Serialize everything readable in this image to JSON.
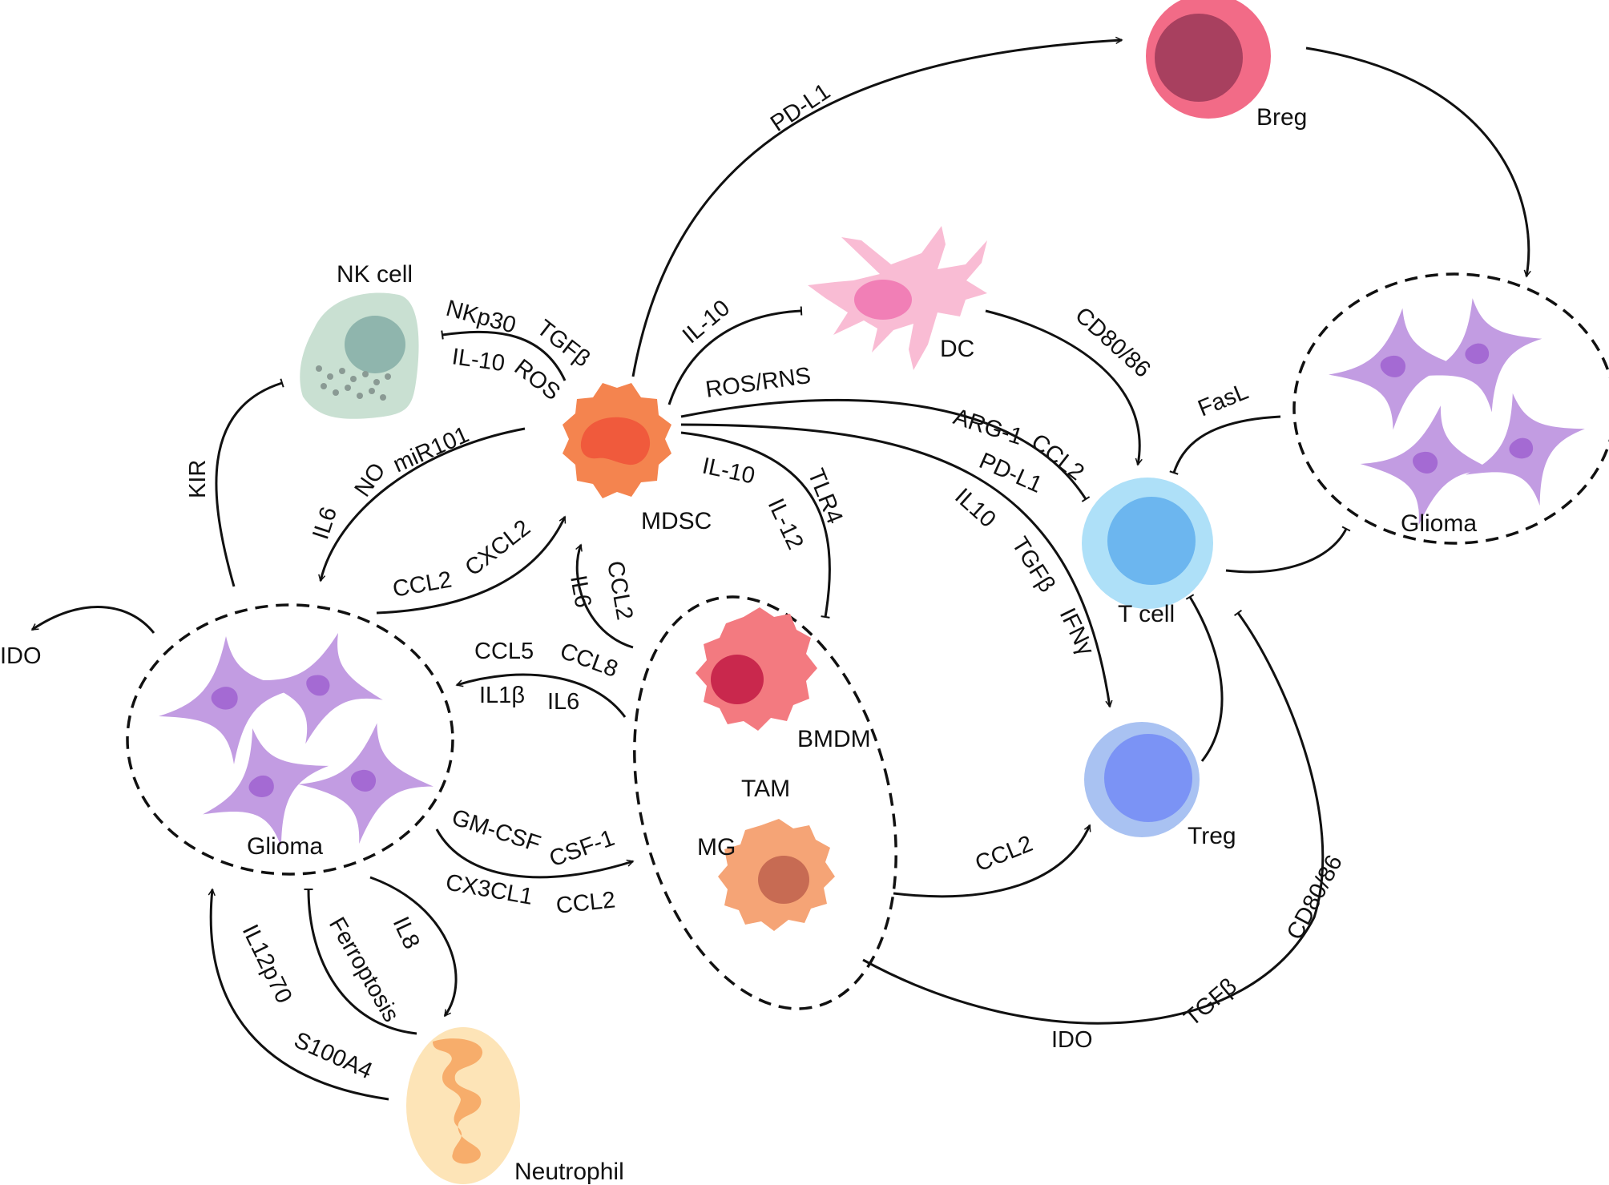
{
  "cells": {
    "nk": "NK cell",
    "mdsc": "MDSC",
    "dc": "DC",
    "breg": "Breg",
    "t_cell": "T cell",
    "treg": "Treg",
    "bmdm": "BMDM",
    "tam": "TAM",
    "mg": "MG",
    "neutrophil": "Neutrophil",
    "glioma_left": "Glioma",
    "glioma_right": "Glioma"
  },
  "signals": {
    "nkp30": "NKp30",
    "tgfb_nk": "TGFβ",
    "il10_nk": "IL-10",
    "ros_nk": "ROS",
    "pdl1_breg": "PD-L1",
    "il10_dc": "IL-10",
    "ros_rns": "ROS/RNS",
    "cd80_86_dc": "CD80/86",
    "arg1": "ARG-1",
    "ccl2_t": "CCL2",
    "pdl1_t": "PD-L1",
    "fasl": "FasL",
    "il10_treg": "IL10",
    "tgfb_treg": "TGFβ",
    "ifng": "IFNγ",
    "il10_tam": "IL-10",
    "il12_tam": "IL-12",
    "tlr4": "TLR4",
    "il6_mdsc": "IL6",
    "no": "NO",
    "mir101": "miR101",
    "ccl2_glioma": "CCL2",
    "cxcl2": "CXCL2",
    "ccl2_tam_mdsc": "CCL2",
    "il6_tam_mdsc": "IL6",
    "kir": "KIR",
    "ido_left": "IDO",
    "ccl5": "CCL5",
    "ccl8": "CCL8",
    "il1b": "IL1β",
    "il6_tam_glioma": "IL6",
    "gmcsf": "GM-CSF",
    "csf1": "CSF-1",
    "cx3cl1": "CX3CL1",
    "ccl2_glioma_tam": "CCL2",
    "ccl2_treg": "CCL2",
    "ido_bottom": "IDO",
    "tgfb_bottom": "TGFβ",
    "cd80_86_bottom": "CD80/86",
    "il8": "IL8",
    "ferroptosis": "Ferroptosis",
    "il12p70": "IL12p70",
    "s100a4": "S100A4"
  },
  "colors": {
    "nk_body": "#c9e0d2",
    "nk_nucleus": "#8fb5ad",
    "nk_granules": "#8a9a94",
    "mdsc_body": "#f4844f",
    "mdsc_nucleus": "#f05a3c",
    "dc_body": "#f9bcd4",
    "dc_nucleus": "#f17fb6",
    "breg_body": "#f26b87",
    "breg_nucleus": "#a8405f",
    "t_cell_body": "#aee0f8",
    "t_cell_nucleus": "#6cb6ef",
    "treg_body": "#a9c2f2",
    "treg_nucleus": "#7b93f5",
    "bmdm_body": "#f37a80",
    "bmdm_nucleus": "#c9284d",
    "mg_body": "#f5a476",
    "mg_nucleus": "#c76b53",
    "neutrophil_body": "#fde4b7",
    "neutrophil_nucleus": "#f7ad6b",
    "glioma_body": "#c29ce2",
    "glioma_nucleus": "#a46ad3",
    "line": "#111111"
  }
}
